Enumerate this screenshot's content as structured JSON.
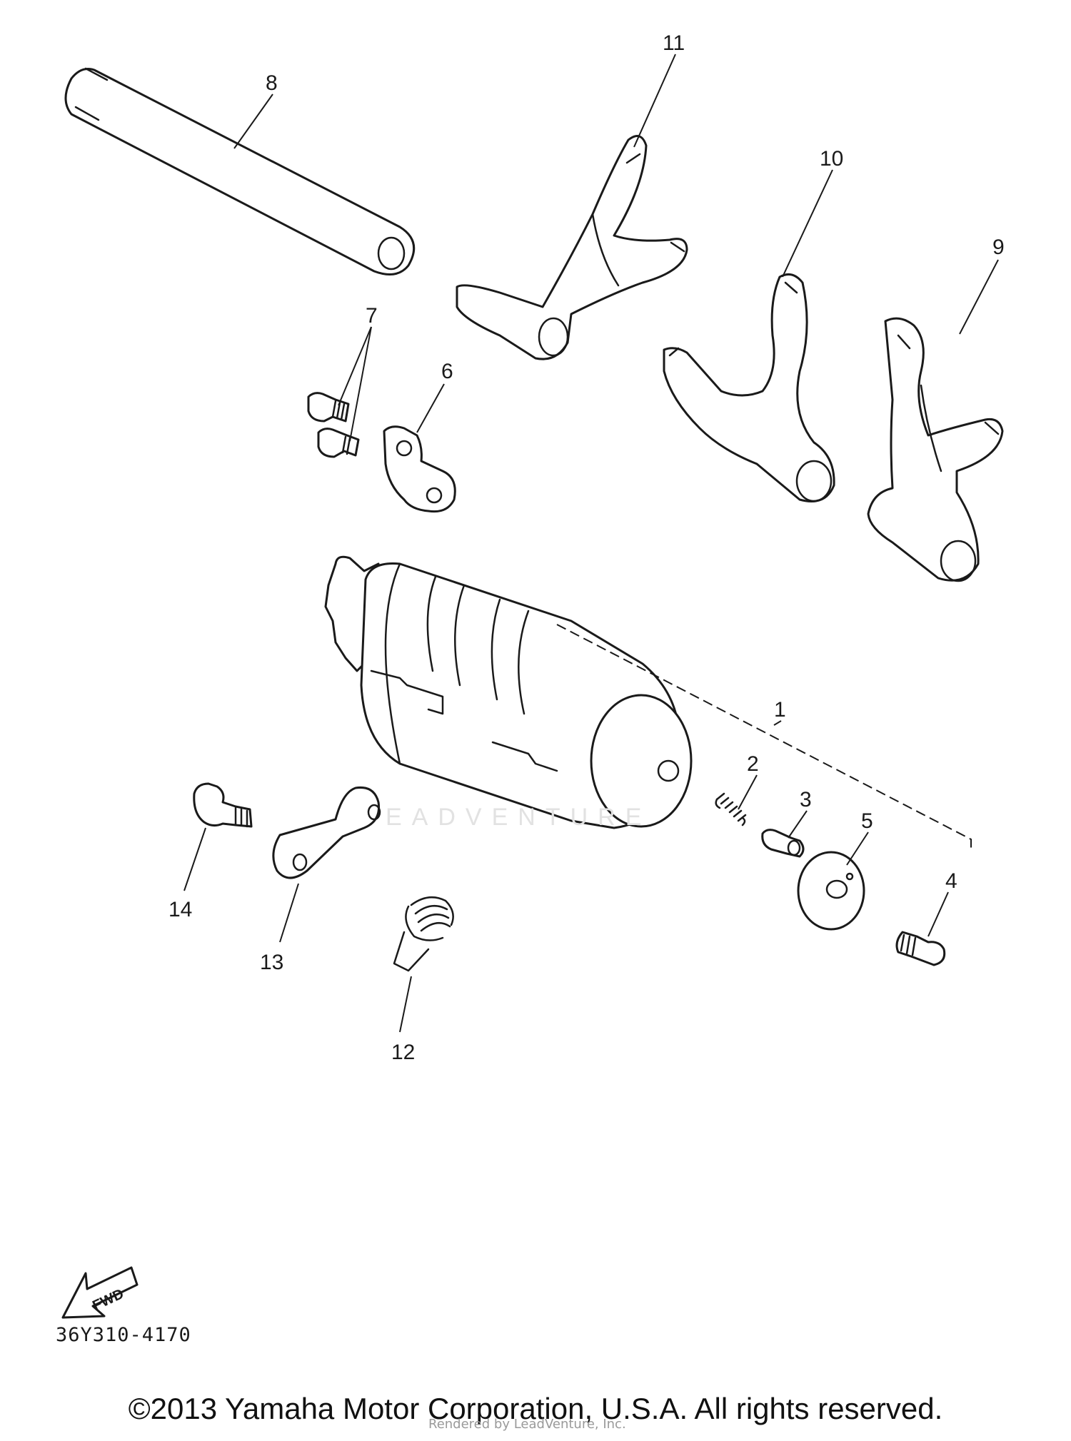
{
  "callouts": {
    "c1": "1",
    "c2": "2",
    "c3": "3",
    "c4": "4",
    "c5": "5",
    "c6": "6",
    "c7": "7",
    "c8": "8",
    "c9": "9",
    "c10": "10",
    "c11": "11",
    "c12": "12",
    "c13": "13",
    "c14": "14"
  },
  "fwd_label": "FWD",
  "diagram_code": "36Y310-4170",
  "copyright": "©2013 Yamaha Motor Corporation, U.S.A. All rights reserved.",
  "watermark": "EADVENTURE",
  "watermark_small": "Rendered by LeadVenture, Inc."
}
